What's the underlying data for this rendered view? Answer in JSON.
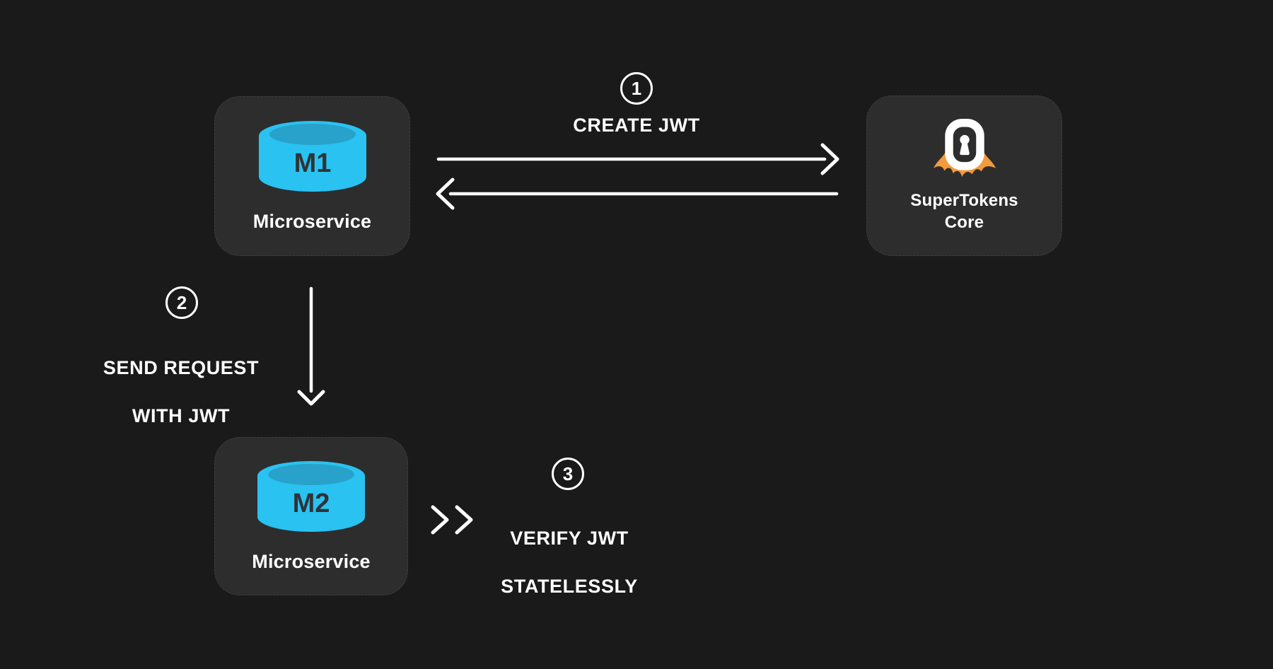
{
  "title": "JWT creation and verification flow between microservices and SuperTokens Core",
  "colors": {
    "background": "#1a1a1a",
    "card_background": "#2d2d2d",
    "card_border_dashed": "#3e3e3e",
    "cylinder_cyan": "#29c2f1",
    "cylinder_opening": "#28a2ca",
    "cylinder_label_dark": "#2f3337",
    "supertokens_cape_orange": "#f29a3d",
    "arrow_white": "#ffffff",
    "text_white": "#ffffff"
  },
  "nodes": {
    "m1": {
      "icon": "database-cylinder-icon",
      "cylinder_label": "M1",
      "label": "Microservice"
    },
    "core": {
      "icon": "supertokens-logo-icon",
      "label_line1": "SuperTokens",
      "label_line2": "Core"
    },
    "m2": {
      "icon": "database-cylinder-icon",
      "cylinder_label": "M2",
      "label": "Microservice"
    }
  },
  "steps": {
    "step1": {
      "number": "1",
      "line1": "CREATE JWT"
    },
    "step2": {
      "number": "2",
      "line1": "SEND REQUEST",
      "line2": "WITH JWT"
    },
    "step3": {
      "number": "3",
      "line1": "VERIFY JWT",
      "line2": "STATELESSLY"
    }
  },
  "connectors": {
    "m1_to_core": "arrow-right",
    "core_to_m1": "arrow-left",
    "m1_to_m2": "arrow-down",
    "verify_marker": "double-chevron-right"
  }
}
